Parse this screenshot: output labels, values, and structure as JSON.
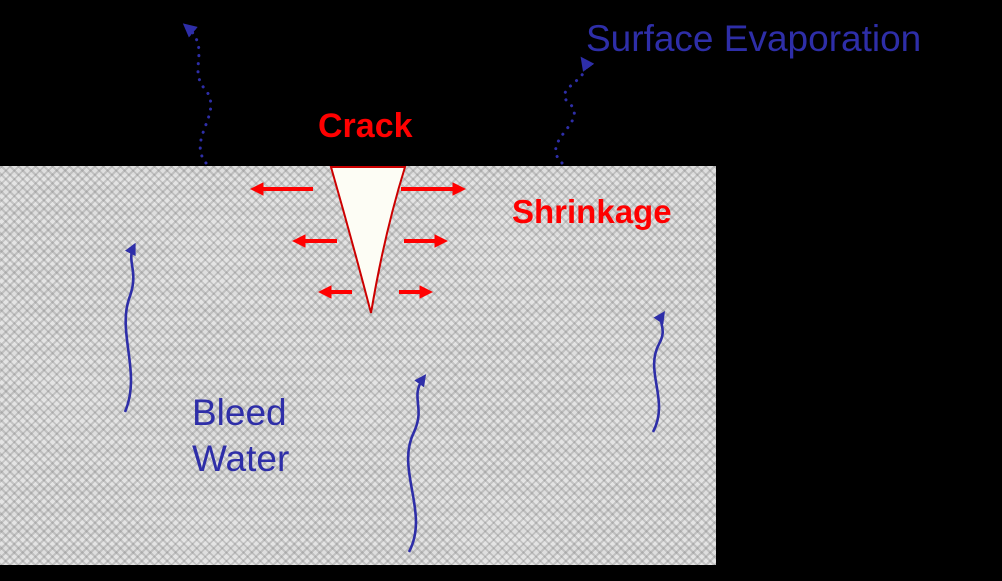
{
  "diagram": {
    "title_context": "Plastic shrinkage cracking in fresh concrete",
    "labels": {
      "surface_evaporation": "Surface Evaporation",
      "crack": "Crack",
      "shrinkage": "Shrinkage",
      "bleed_water": "Bleed\nWater"
    },
    "colors": {
      "background": "#000000",
      "concrete_fill": "#dedede",
      "concrete_texture": "#787878",
      "label_blue": "#2e2ea8",
      "label_red": "#ff0000",
      "crack_fill": "#fdfdf5",
      "crack_outline": "#cc0000",
      "shrinkage_arrow": "#ff0000",
      "water_arrow": "#2e2ea8"
    },
    "arrows": {
      "surface_evaporation": {
        "style": "dotted-wavy",
        "color": "#2e2ea8",
        "count": 2,
        "direction": "up-from-surface"
      },
      "bleed_water": {
        "style": "solid-wavy",
        "color": "#2e2ea8",
        "count": 3,
        "direction": "up-through-concrete"
      },
      "shrinkage": {
        "style": "solid-straight",
        "color": "#ff0000",
        "pairs": 3,
        "direction": "outward-from-crack"
      }
    }
  }
}
